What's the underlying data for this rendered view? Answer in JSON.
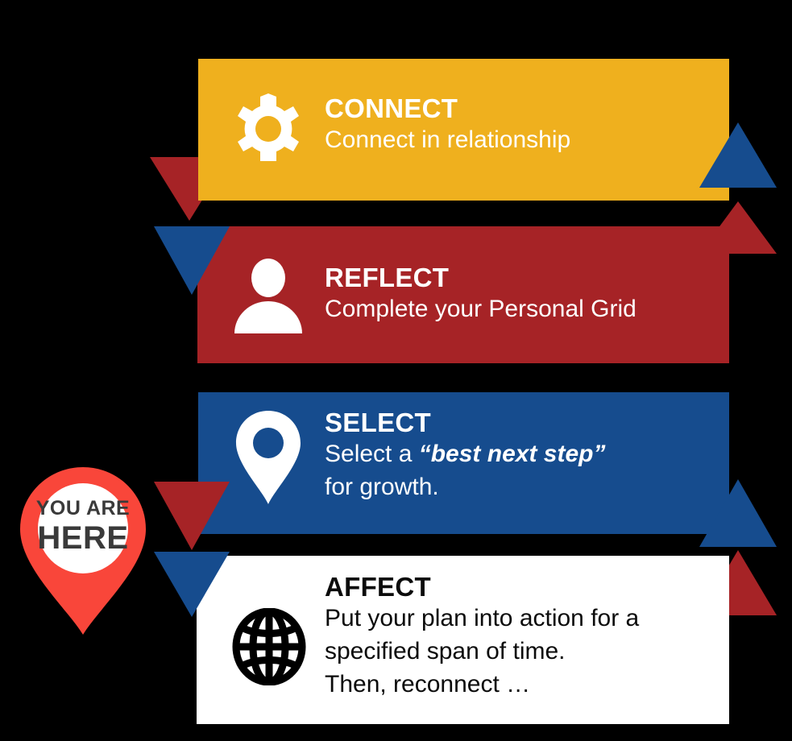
{
  "graphic": {
    "kind": "process-flow-diagram",
    "background_color": "#000000"
  },
  "marker": {
    "name": "you-are-here-pin",
    "line1": "YOU ARE",
    "line2": "HERE",
    "pin_color": "#F9463A",
    "inner_circle_color": "#FFFFFF",
    "text_color": "#3A3A3A"
  },
  "steps": [
    {
      "id": "connect",
      "title": "CONNECT",
      "description": "Connect in relationship",
      "icon": "gear-icon",
      "bar_color": "#EFB01E",
      "text_color": "#FFFFFF"
    },
    {
      "id": "reflect",
      "title": "REFLECT",
      "description": "Complete your Personal Grid",
      "icon": "person-icon",
      "bar_color": "#A62326",
      "text_color": "#FFFFFF"
    },
    {
      "id": "select",
      "title": "SELECT",
      "description_pre": "Select a ",
      "description_quoted": "“best next step”",
      "description_line2": "for growth.",
      "icon": "map-pin-icon",
      "bar_color": "#164C8E",
      "text_color": "#FFFFFF"
    },
    {
      "id": "affect",
      "title": "AFFECT",
      "description_line1": "Put your plan into action for a",
      "description_line2": "specified span of time.",
      "description_line3": "Then, reconnect …",
      "icon": "globe-icon",
      "bar_color": "#FFFFFF",
      "text_color": "#0B0B0B"
    }
  ],
  "arrows": [
    {
      "name": "arrow-connect-to-reflect-left",
      "direction": "down",
      "color": "#A62326"
    },
    {
      "name": "arrow-reflect-left",
      "direction": "down",
      "color": "#164C8E"
    },
    {
      "name": "arrow-select-to-affect-left",
      "direction": "down",
      "color": "#A62326"
    },
    {
      "name": "arrow-affect-left",
      "direction": "down",
      "color": "#164C8E"
    },
    {
      "name": "arrow-connect-right",
      "direction": "up",
      "color": "#164C8E"
    },
    {
      "name": "arrow-reflect-right",
      "direction": "up",
      "color": "#A62326"
    },
    {
      "name": "arrow-select-right",
      "direction": "up",
      "color": "#164C8E"
    },
    {
      "name": "arrow-affect-right",
      "direction": "up",
      "color": "#A62326"
    }
  ]
}
